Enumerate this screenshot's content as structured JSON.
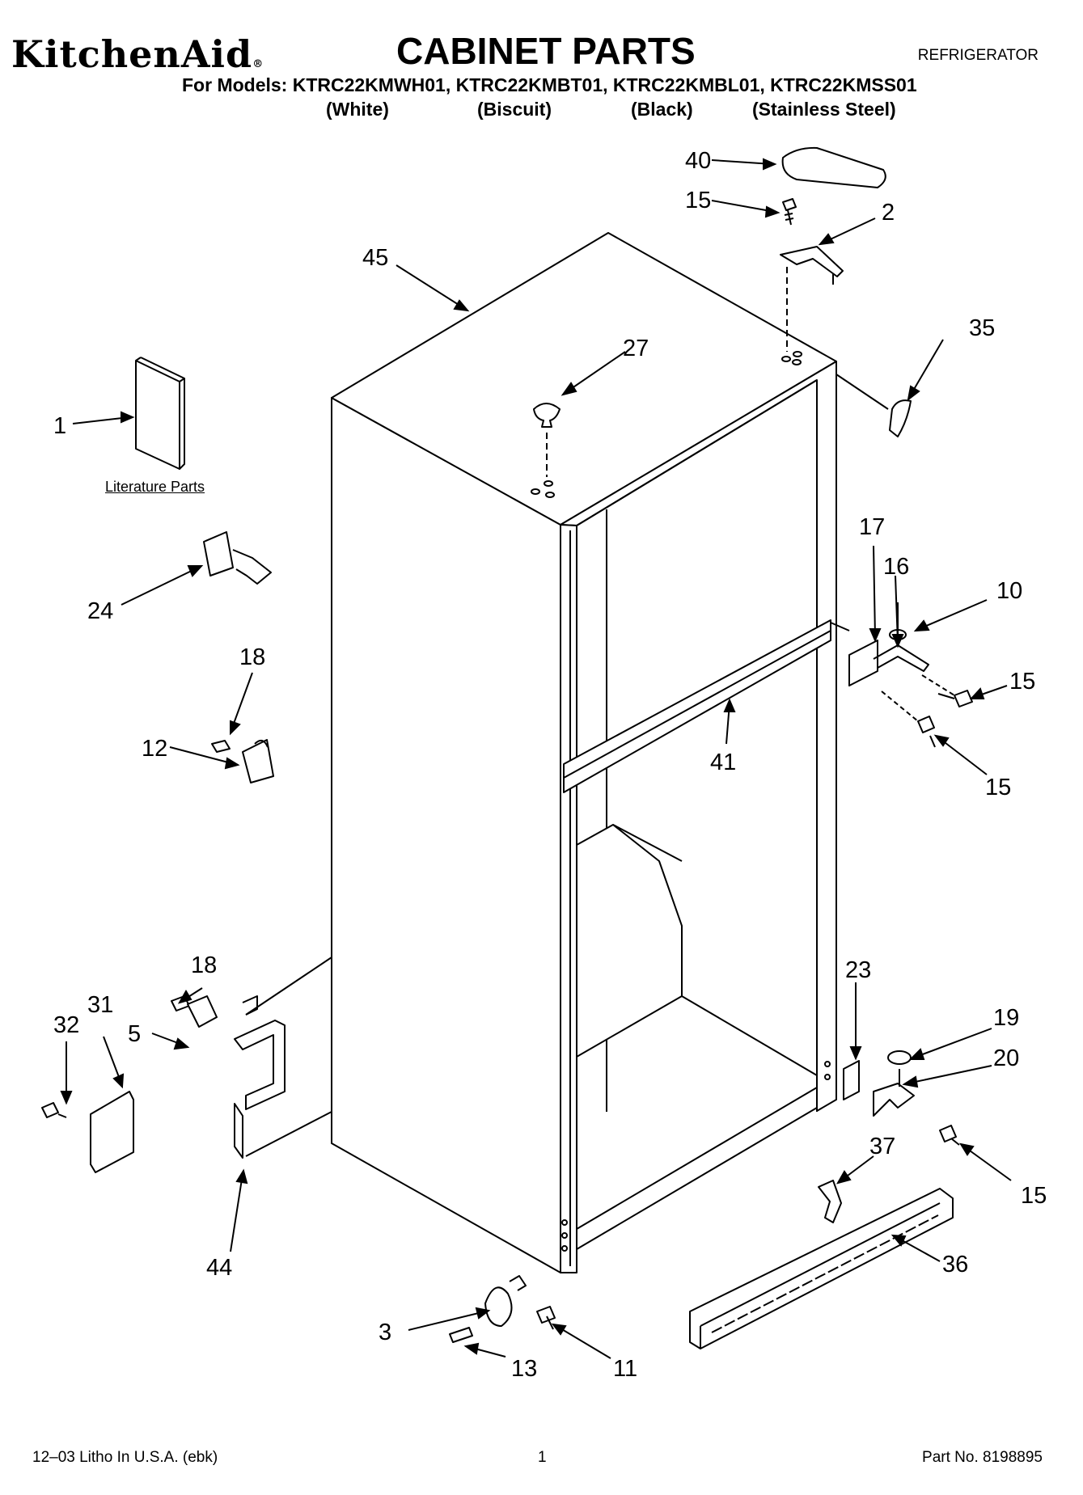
{
  "header": {
    "brand": "KitchenAid",
    "brand_mark": "®",
    "title": "CABINET PARTS",
    "doc_type": "REFRIGERATOR",
    "models_line": "For Models: KTRC22KMWH01, KTRC22KMBT01, KTRC22KMBL01, KTRC22KMSS01",
    "finishes": [
      "(White)",
      "(Biscuit)",
      "(Black)",
      "(Stainless Steel)"
    ]
  },
  "diagram": {
    "literature_label": "Literature Parts",
    "callouts": [
      {
        "id": "c40",
        "label": "40"
      },
      {
        "id": "c15a",
        "label": "15"
      },
      {
        "id": "c2",
        "label": "2"
      },
      {
        "id": "c45",
        "label": "45"
      },
      {
        "id": "c27",
        "label": "27"
      },
      {
        "id": "c35",
        "label": "35"
      },
      {
        "id": "c1",
        "label": "1"
      },
      {
        "id": "c24",
        "label": "24"
      },
      {
        "id": "c18a",
        "label": "18"
      },
      {
        "id": "c12",
        "label": "12"
      },
      {
        "id": "c17",
        "label": "17"
      },
      {
        "id": "c16",
        "label": "16"
      },
      {
        "id": "c10",
        "label": "10"
      },
      {
        "id": "c15b",
        "label": "15"
      },
      {
        "id": "c15c",
        "label": "15"
      },
      {
        "id": "c41",
        "label": "41"
      },
      {
        "id": "c18b",
        "label": "18"
      },
      {
        "id": "c32",
        "label": "32"
      },
      {
        "id": "c31",
        "label": "31"
      },
      {
        "id": "c5",
        "label": "5"
      },
      {
        "id": "c23",
        "label": "23"
      },
      {
        "id": "c19",
        "label": "19"
      },
      {
        "id": "c20",
        "label": "20"
      },
      {
        "id": "c37",
        "label": "37"
      },
      {
        "id": "c15d",
        "label": "15"
      },
      {
        "id": "c44",
        "label": "44"
      },
      {
        "id": "c36",
        "label": "36"
      },
      {
        "id": "c3",
        "label": "3"
      },
      {
        "id": "c13",
        "label": "13"
      },
      {
        "id": "c11",
        "label": "11"
      }
    ]
  },
  "footer": {
    "litho": "12–03 Litho In U.S.A. (ebk)",
    "page": "1",
    "part_no": "Part No. 8198895"
  }
}
